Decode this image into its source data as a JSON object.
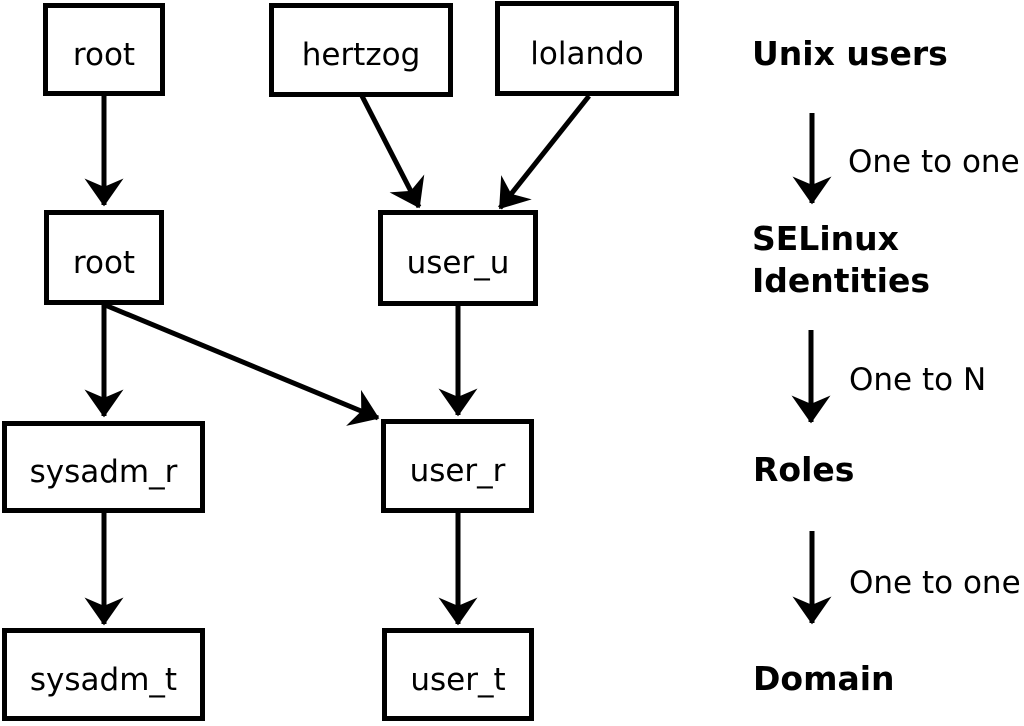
{
  "colors": {
    "background": "#ffffff",
    "line": "#000000",
    "text": "#000000"
  },
  "nodes": {
    "root_unix": {
      "label": "root"
    },
    "hertzog": {
      "label": "hertzog"
    },
    "lolando": {
      "label": "lolando"
    },
    "root_selinux": {
      "label": "root"
    },
    "user_u": {
      "label": "user_u"
    },
    "sysadm_r": {
      "label": "sysadm_r"
    },
    "user_r": {
      "label": "user_r"
    },
    "sysadm_t": {
      "label": "sysadm_t"
    },
    "user_t": {
      "label": "user_t"
    }
  },
  "edges": [
    {
      "from": "root (unix user)",
      "to": "root (selinux identity)"
    },
    {
      "from": "hertzog",
      "to": "user_u"
    },
    {
      "from": "lolando",
      "to": "user_u"
    },
    {
      "from": "root (selinux identity)",
      "to": "sysadm_r"
    },
    {
      "from": "root (selinux identity)",
      "to": "user_r"
    },
    {
      "from": "user_u",
      "to": "user_r"
    },
    {
      "from": "sysadm_r",
      "to": "sysadm_t"
    },
    {
      "from": "user_r",
      "to": "user_t"
    }
  ],
  "legend": {
    "levels": [
      {
        "label": "Unix users"
      },
      {
        "label": "SELinux Identities"
      },
      {
        "label": "Roles"
      },
      {
        "label": "Domain"
      }
    ],
    "relations": [
      {
        "label": "One to one"
      },
      {
        "label": "One to N"
      },
      {
        "label": "One to one"
      }
    ]
  }
}
